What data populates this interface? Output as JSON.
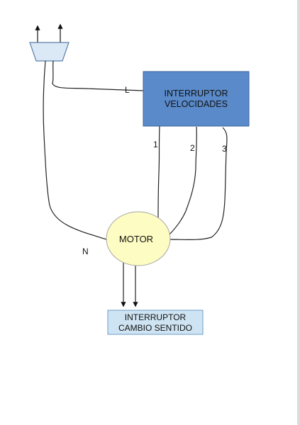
{
  "diagram": {
    "speed_switch": {
      "line1": "INTERRUPTOR",
      "line2": "VELOCIDADES",
      "fill": "#5a8ac9",
      "stroke": "#3c659c"
    },
    "motor": {
      "label": "MOTOR",
      "fill": "#fdfcc2",
      "stroke": "#a6a6a6"
    },
    "direction_switch": {
      "line1": "INTERRUPTOR",
      "line2": "CAMBIO SENTIDO",
      "fill": "#cfe4f3",
      "stroke": "#6b9bc8"
    },
    "wire_labels": {
      "live": "L",
      "neutral": "N",
      "speed1": "1",
      "speed2": "2",
      "speed3": "3"
    },
    "plug": {
      "fill": "#dbe9f6",
      "stroke": "#5a7fa8"
    },
    "wire_color": "#222222"
  }
}
